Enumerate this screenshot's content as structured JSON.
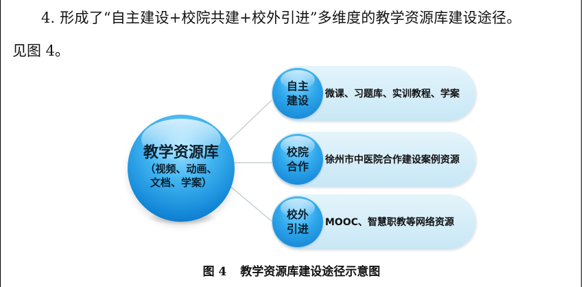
{
  "paragraph": {
    "line1": "4. 形成了“自主建设+校院共建+校外引进”多维度的教学资源库建设途径。",
    "line2": "见图 4。"
  },
  "diagram": {
    "center": {
      "title": "教学资源库",
      "subtitle": "（视频、动画、文档、学案）"
    },
    "branches": [
      {
        "label": "自主建设",
        "text": "微课、习题库、实训教程、学案"
      },
      {
        "label": "校院合作",
        "text": "徐州市中医院合作建设案例资源"
      },
      {
        "label": "校外引进",
        "text": "MOOC、智慧职教等网络资源"
      }
    ],
    "colors": {
      "circle": "#1e98e4",
      "pill": "#d6eef8",
      "connector": "#c9cfd4"
    }
  },
  "caption": {
    "number": "图 4",
    "text": "教学资源库建设途径示意图"
  }
}
